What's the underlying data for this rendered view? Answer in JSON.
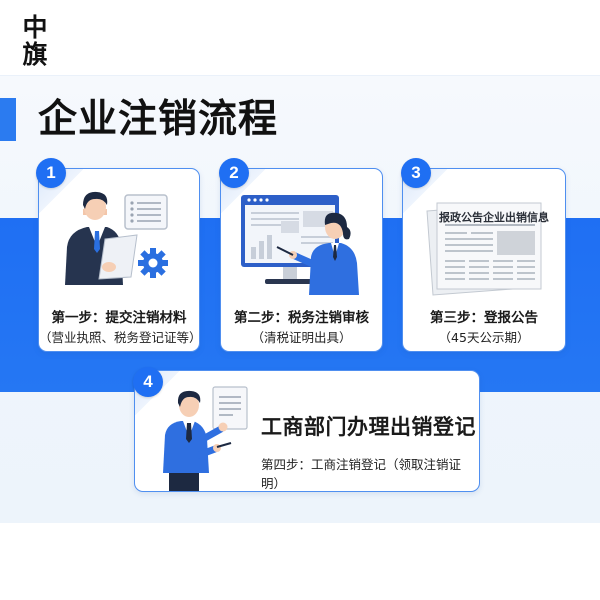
{
  "logo": {
    "chars": [
      "中",
      "旗"
    ]
  },
  "header": {
    "title": "企业注销流程"
  },
  "colors": {
    "primary": "#1f6ff3",
    "accent_bar": "#2b7bf0",
    "panel_bg": "#eef5fc",
    "text": "#1a1a1a"
  },
  "steps": [
    {
      "number": "1",
      "title": "第一步：提交注销材料",
      "subtitle": "（营业执照、税务登记证等）",
      "icon": "businessman-with-document-and-gear"
    },
    {
      "number": "2",
      "title": "第二步：税务注销审核",
      "subtitle": "（清税证明出具）",
      "icon": "woman-presenting-monitor-chart"
    },
    {
      "number": "3",
      "title": "第三步：登报公告",
      "subtitle": "（45天公示期）",
      "icon": "newspaper",
      "newspaper_headline": "报政公告企业出销信息"
    },
    {
      "number": "4",
      "title": "工商部门办理出销登记",
      "subtitle": "第四步：工商注销登记（领取注销证明）",
      "icon": "businessman-presenting-document"
    }
  ]
}
